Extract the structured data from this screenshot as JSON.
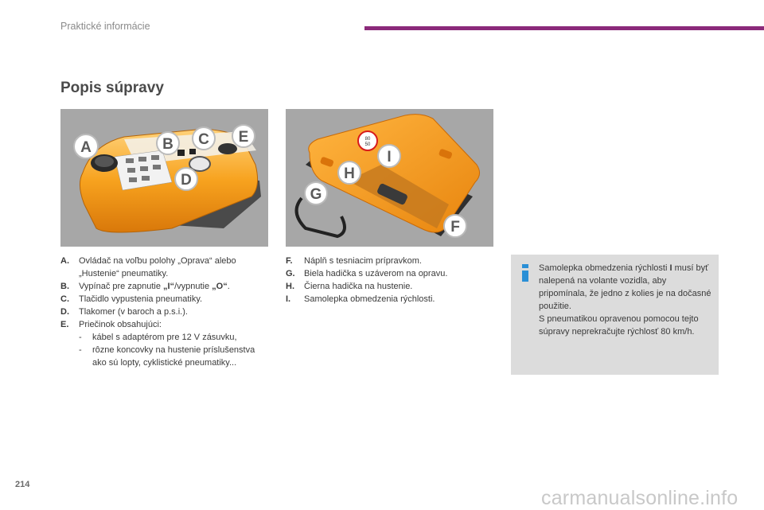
{
  "header": {
    "title": "Praktické informácie",
    "accent_color": "#8b2a7a"
  },
  "section_title": "Popis súpravy",
  "figure_left": {
    "callouts": [
      "A",
      "B",
      "C",
      "D",
      "E"
    ]
  },
  "figure_right": {
    "callouts": [
      "F",
      "G",
      "H",
      "I"
    ],
    "sticker_top": "80",
    "sticker_bottom": "50"
  },
  "list_left": {
    "items": [
      {
        "label": "A.",
        "text": "Ovládač na voľbu polohy „Oprava“ alebo „Hustenie“ pneumatiky."
      },
      {
        "label": "B.",
        "pre": "Vypínač pre zapnutie ",
        "b1": "„I“",
        "mid": "/vypnutie ",
        "b2": "„O“",
        "post": "."
      },
      {
        "label": "C.",
        "text": "Tlačidlo vypustenia pneumatiky."
      },
      {
        "label": "D.",
        "text": "Tlakomer (v baroch a p.s.i.)."
      },
      {
        "label": "E.",
        "text": "Priečinok obsahujúci:"
      }
    ],
    "subitems": [
      {
        "dash": "-",
        "text": "kábel s adaptérom pre 12 V zásuvku,"
      },
      {
        "dash": "-",
        "text": "rôzne koncovky na hustenie príslušenstva ako sú lopty, cyklistické pneumatiky..."
      }
    ]
  },
  "list_right": {
    "items": [
      {
        "label": "F.",
        "text": "Náplň s tesniacim prípravkom."
      },
      {
        "label": "G.",
        "text": "Biela hadička s uzáverom na opravu."
      },
      {
        "label": "H.",
        "text": "Čierna hadička na hustenie."
      },
      {
        "label": "I.",
        "text": "Samolepka obmedzenia rýchlosti."
      }
    ]
  },
  "info": {
    "icon": "info-icon",
    "icon_color": "#2a8fd6",
    "p1_pre": "Samolepka obmedzenia rýchlosti ",
    "p1_bold": "I",
    "p1_post": " musí byť nalepená na volante vozidla, aby pripomínala, že jedno z kolies je na dočasné použitie.",
    "p2": "S pneumatikou opravenou pomocou tejto súpravy neprekračujte rýchlosť 80 km/h."
  },
  "page_number": "214",
  "watermark": "carmanualsonline.info"
}
